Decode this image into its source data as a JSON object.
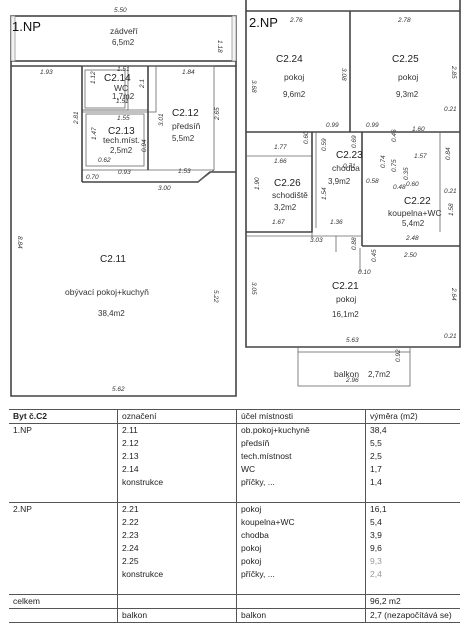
{
  "floor1": {
    "label": "1.NP",
    "rooms": [
      {
        "id": "zádveří",
        "name": "",
        "area": "6,5m2"
      },
      {
        "id": "C2.14",
        "name": "WC",
        "area": "1,7m2"
      },
      {
        "id": "C2.12",
        "name": "předsíň",
        "area": "5,5m2"
      },
      {
        "id": "C2.13",
        "name": "tech.míst.",
        "area": "2,5m2"
      },
      {
        "id": "C2.11",
        "name": "obývací pokoj+kuchyň",
        "area": "38,4m2"
      }
    ],
    "dims": [
      "5.50",
      "1.18",
      "1.93",
      "1.51",
      "1.84",
      "1.12",
      "2.1",
      "1.51",
      "2.81",
      "3.01",
      "2.65",
      "1.55",
      "1.47",
      "0.94",
      "0.62",
      "1.53",
      "0.70",
      "0.93",
      "3.00",
      "8.84",
      "5.22",
      "5.62"
    ]
  },
  "floor2": {
    "label": "2.NP",
    "rooms": [
      {
        "id": "C2.24",
        "name": "pokoj",
        "area": "9,6m2"
      },
      {
        "id": "C2.25",
        "name": "pokoj",
        "area": "9,3m2"
      },
      {
        "id": "C2.23",
        "name": "chodba",
        "area": "3,9m2"
      },
      {
        "id": "C2.26",
        "name": "schodiště",
        "area": "3,2m2"
      },
      {
        "id": "C2.22",
        "name": "koupelna+WC",
        "area": "5,4m2"
      },
      {
        "id": "C2.21",
        "name": "pokoj",
        "area": "16,1m2"
      }
    ],
    "balcony": {
      "name": "balkon",
      "area": "2,7m2"
    },
    "dims": [
      "2.76",
      "2.78",
      "3.68",
      "3.08",
      "2.85",
      "0.21",
      "0.99",
      "0.99",
      "1.60",
      "0.60",
      "0.46",
      "0.69",
      "1.77",
      "1.66",
      "0.71",
      "1.57",
      "0.84",
      "0.59",
      "0.74",
      "0.75",
      "0.35",
      "0.58",
      "0.48",
      "0.60",
      "1.90",
      "1.54",
      "0.21",
      "1.58",
      "1.67",
      "1.36",
      "2.48",
      "3.03",
      "0.88",
      "0.45",
      "2.50",
      "0.10",
      "3.05",
      "2.64",
      "5.63",
      "0.21",
      "0.92",
      "2.96"
    ]
  },
  "table": {
    "headers": [
      "Byt č.C2",
      "označení",
      "účel místnosti",
      "výměra (m2)"
    ],
    "rows": [
      [
        "1.NP",
        "2.11",
        "ob.pokoj+kuchyně",
        "38,4"
      ],
      [
        "",
        "2.12",
        "předsíň",
        "5,5"
      ],
      [
        "",
        "2.13",
        "tech.místnost",
        "2,5"
      ],
      [
        "",
        "2.14",
        "WC",
        "1,7"
      ],
      [
        "",
        "konstrukce",
        "příčky, ...",
        "1,4"
      ],
      [
        "",
        "",
        "",
        ""
      ],
      [
        "2.NP",
        "2.21",
        "pokoj",
        "16,1"
      ],
      [
        "",
        "2.22",
        "koupelna+WC",
        "5,4"
      ],
      [
        "",
        "2.23",
        "chodba",
        "3,9"
      ],
      [
        "",
        "2.24",
        "pokoj",
        "9,6"
      ],
      [
        "",
        "2.25",
        "pokoj",
        "9,3"
      ],
      [
        "",
        "konstrukce",
        "příčky, ...",
        "2,4"
      ],
      [
        "",
        "",
        "",
        ""
      ]
    ],
    "total": [
      "celkem",
      "",
      "",
      "96,2 m2"
    ],
    "balcony": [
      "",
      "balkon",
      "balkon",
      "2,7 (nezapočítává se)"
    ]
  }
}
